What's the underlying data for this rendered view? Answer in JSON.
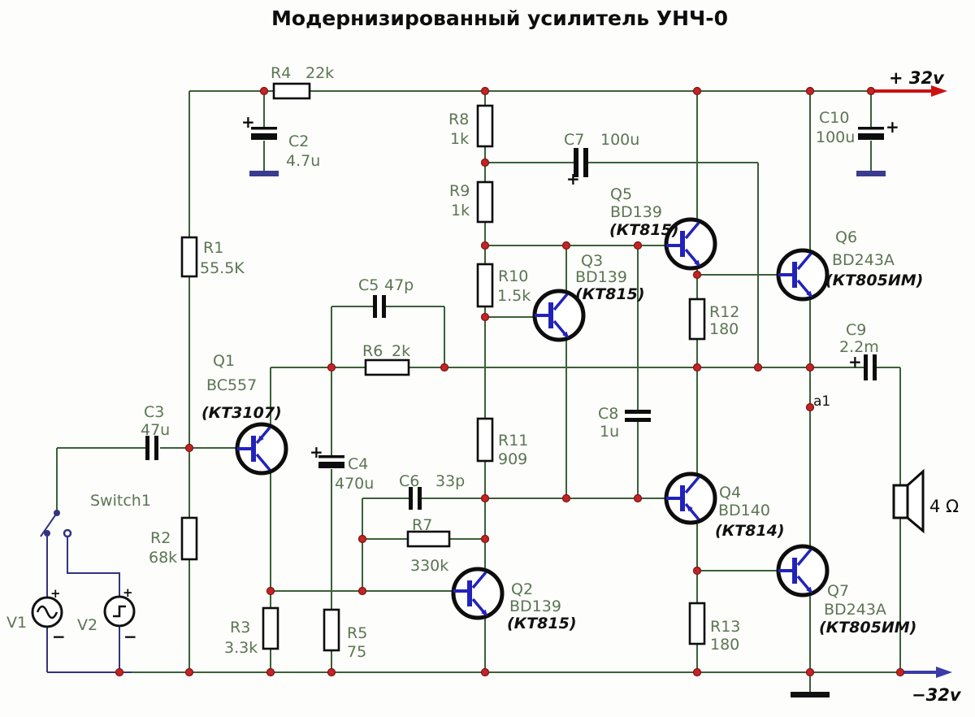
{
  "title": "Модернизированный усилитель  УНЧ-0",
  "power": {
    "positive_rail": "+ 32v",
    "negative_rail": "−32v"
  },
  "polarity": {
    "plus": "+",
    "minus": "−"
  },
  "node_labels": {
    "a1": "a1"
  },
  "speaker": {
    "impedance": "4 Ω"
  },
  "switch": {
    "label": "Switch1"
  },
  "sources": {
    "v1": {
      "ref": "V1"
    },
    "v2": {
      "ref": "V2"
    }
  },
  "resistors": {
    "r1": {
      "ref": "R1",
      "value": "55.5K"
    },
    "r2": {
      "ref": "R2",
      "value": "68k"
    },
    "r3": {
      "ref": "R3",
      "value": "3.3k"
    },
    "r4": {
      "ref": "R4",
      "value": "22k"
    },
    "r5": {
      "ref": "R5",
      "value": "75"
    },
    "r6": {
      "ref": "R6",
      "value": "2k"
    },
    "r7": {
      "ref": "R7",
      "value": "330k"
    },
    "r8": {
      "ref": "R8",
      "value": "1k"
    },
    "r9": {
      "ref": "R9",
      "value": "1k"
    },
    "r10": {
      "ref": "R10",
      "value": "1.5k"
    },
    "r11": {
      "ref": "R11",
      "value": "909"
    },
    "r12": {
      "ref": "R12",
      "value": "180"
    },
    "r13": {
      "ref": "R13",
      "value": "180"
    }
  },
  "capacitors": {
    "c2": {
      "ref": "C2",
      "value": "4.7u"
    },
    "c3": {
      "ref": "C3",
      "value": "47u"
    },
    "c4": {
      "ref": "C4",
      "value": "470u"
    },
    "c5": {
      "ref": "C5",
      "value": "47p"
    },
    "c6": {
      "ref": "C6",
      "value": "33p"
    },
    "c7": {
      "ref": "C7",
      "value": "100u"
    },
    "c8": {
      "ref": "C8",
      "value": "1u"
    },
    "c9": {
      "ref": "C9",
      "value": "2.2m"
    },
    "c10": {
      "ref": "C10",
      "value": "100u"
    }
  },
  "transistors": {
    "q1": {
      "ref": "Q1",
      "part": "BC557",
      "alt": "(КТ3107)"
    },
    "q2": {
      "ref": "Q2",
      "part": "BD139",
      "alt": "(КТ815)"
    },
    "q3": {
      "ref": "Q3",
      "part": "BD139",
      "alt": "(КТ815)"
    },
    "q4": {
      "ref": "Q4",
      "part": "BD140",
      "alt": "(КТ814)"
    },
    "q5": {
      "ref": "Q5",
      "part": "BD139",
      "alt": "(КТ815)"
    },
    "q6": {
      "ref": "Q6",
      "part": "BD243A",
      "alt": "(КТ805ИМ)"
    },
    "q7": {
      "ref": "Q7",
      "part": "BD243A",
      "alt": "(КТ805ИМ)"
    }
  }
}
